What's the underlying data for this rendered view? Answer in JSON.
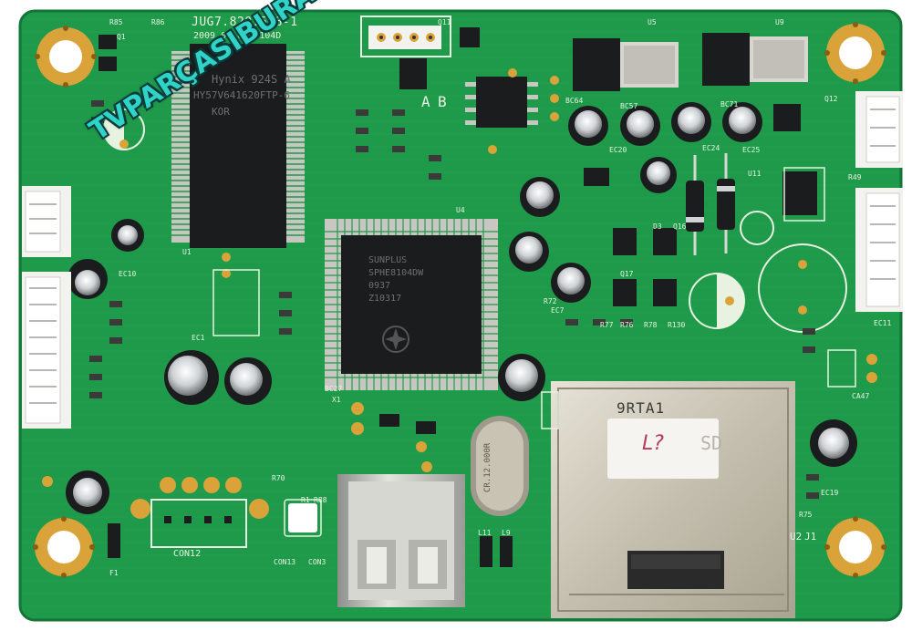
{
  "board": {
    "part_number": "JUG7.820.538-1",
    "date_code": "2009.09.09  8104D"
  },
  "watermark": "TVPARÇASIBURADA",
  "chips": {
    "ram_lines": [
      "Hynix 924S A",
      "HY57V641620FTP-6",
      "KOR"
    ],
    "controller_lines": [
      "SUNPLUS",
      "SPHE8104DW",
      "0937",
      "Z10317"
    ],
    "crystal": "CR.12.000R"
  },
  "sticker": {
    "printed": "9RTA1",
    "handwritten": "L?",
    "edge_text": "SD"
  },
  "silkscreen": {
    "connectors": [
      "CON12",
      "CON13",
      "CON3",
      "U2",
      "J1"
    ],
    "components": [
      "R85",
      "R86",
      "U1",
      "R1",
      "R88",
      "EC1",
      "EC10",
      "EC11",
      "EC20",
      "EC24",
      "EC25",
      "EC7",
      "EC19",
      "CA47",
      "BC64",
      "BC57",
      "BC71",
      "BC27",
      "X1",
      "L11",
      "L9",
      "U4",
      "U5",
      "U9",
      "U11",
      "Q11",
      "Q1",
      "Q12",
      "Q16",
      "Q17",
      "D3",
      "F1",
      "R70",
      "R72",
      "R76",
      "R77",
      "R78",
      "R130",
      "R75",
      "R49"
    ],
    "ab_labels": [
      "A",
      "B"
    ]
  },
  "colors": {
    "pcb_green": "#1e9a4a",
    "pcb_dark": "#137537",
    "gold_pad": "#d9a33a",
    "chip_black": "#1b1c1d",
    "metal": "#cfcabd",
    "watermark": "#2fd3c7"
  }
}
